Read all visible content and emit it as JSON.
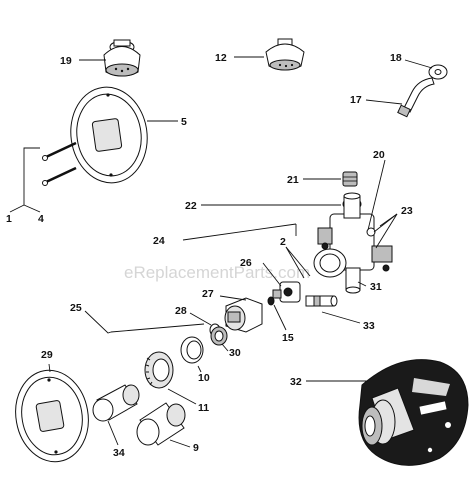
{
  "watermark": "eReplacementParts.com",
  "labels": {
    "p1": "1",
    "p2": "2",
    "p4": "4",
    "p5": "5",
    "p9": "9",
    "p10": "10",
    "p11": "11",
    "p12": "12",
    "p15": "15",
    "p17": "17",
    "p18": "18",
    "p19": "19",
    "p20": "20",
    "p21": "21",
    "p22": "22",
    "p23": "23",
    "p24": "24",
    "p25": "25",
    "p26": "26",
    "p27": "27",
    "p28": "28",
    "p29": "29",
    "p30": "30",
    "p31": "31",
    "p32": "32",
    "p33": "33",
    "p34": "34"
  }
}
